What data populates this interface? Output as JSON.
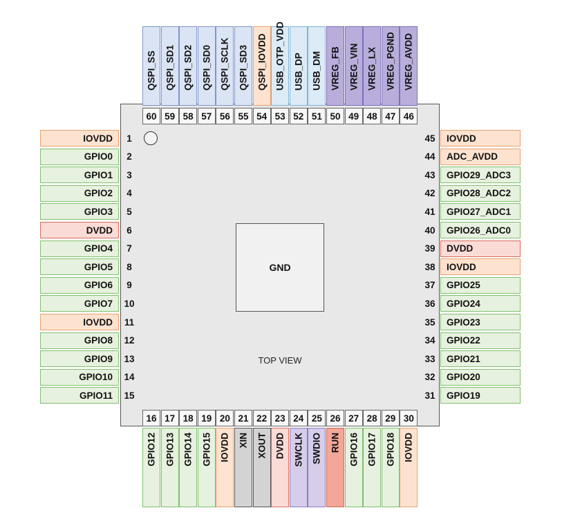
{
  "center": {
    "gnd": "GND",
    "caption": "TOP VIEW"
  },
  "colors": {
    "gpio": "#e7f1df",
    "gpio_border": "#7fbf6f",
    "iovdd": "#fde3cf",
    "iovdd_border": "#e8a070",
    "dvdd": "#fadbd6",
    "dvdd_border": "#d96b5e",
    "qspi": "#dbe4f4",
    "qspi_border": "#7e95c8",
    "usb": "#dcebf6",
    "usb_border": "#7fb2d8",
    "vreg": "#b9aedb",
    "vreg_border": "#7c6fb5",
    "xtal": "#d3d3d3",
    "xtal_border": "#555555",
    "swd": "#d5cdea",
    "swd_border": "#8a7ec0",
    "run": "#f2a798",
    "run_border": "#c56b5a"
  },
  "pins": {
    "left": [
      {
        "num": "1",
        "label": "IOVDD",
        "type": "iovdd"
      },
      {
        "num": "2",
        "label": "GPIO0",
        "type": "gpio"
      },
      {
        "num": "3",
        "label": "GPIO1",
        "type": "gpio"
      },
      {
        "num": "4",
        "label": "GPIO2",
        "type": "gpio"
      },
      {
        "num": "5",
        "label": "GPIO3",
        "type": "gpio"
      },
      {
        "num": "6",
        "label": "DVDD",
        "type": "dvdd"
      },
      {
        "num": "7",
        "label": "GPIO4",
        "type": "gpio"
      },
      {
        "num": "8",
        "label": "GPIO5",
        "type": "gpio"
      },
      {
        "num": "9",
        "label": "GPIO6",
        "type": "gpio"
      },
      {
        "num": "10",
        "label": "GPIO7",
        "type": "gpio"
      },
      {
        "num": "11",
        "label": "IOVDD",
        "type": "iovdd"
      },
      {
        "num": "12",
        "label": "GPIO8",
        "type": "gpio"
      },
      {
        "num": "13",
        "label": "GPIO9",
        "type": "gpio"
      },
      {
        "num": "14",
        "label": "GPIO10",
        "type": "gpio"
      },
      {
        "num": "15",
        "label": "GPIO11",
        "type": "gpio"
      }
    ],
    "bottom": [
      {
        "num": "16",
        "label": "GPIO12",
        "type": "gpio"
      },
      {
        "num": "17",
        "label": "GPIO13",
        "type": "gpio"
      },
      {
        "num": "18",
        "label": "GPIO14",
        "type": "gpio"
      },
      {
        "num": "19",
        "label": "GPIO15",
        "type": "gpio"
      },
      {
        "num": "20",
        "label": "IOVDD",
        "type": "iovdd"
      },
      {
        "num": "21",
        "label": "XIN",
        "type": "xtal"
      },
      {
        "num": "22",
        "label": "XOUT",
        "type": "xtal"
      },
      {
        "num": "23",
        "label": "DVDD",
        "type": "dvdd"
      },
      {
        "num": "24",
        "label": "SWCLK",
        "type": "swd"
      },
      {
        "num": "25",
        "label": "SWDIO",
        "type": "swd"
      },
      {
        "num": "26",
        "label": "RUN",
        "type": "run"
      },
      {
        "num": "27",
        "label": "GPIO16",
        "type": "gpio"
      },
      {
        "num": "28",
        "label": "GPIO17",
        "type": "gpio"
      },
      {
        "num": "29",
        "label": "GPIO18",
        "type": "gpio"
      },
      {
        "num": "30",
        "label": "IOVDD",
        "type": "iovdd"
      }
    ],
    "right": [
      {
        "num": "45",
        "label": "IOVDD",
        "type": "iovdd"
      },
      {
        "num": "44",
        "label": "ADC_AVDD",
        "type": "iovdd"
      },
      {
        "num": "43",
        "label": "GPIO29_ADC3",
        "type": "gpio"
      },
      {
        "num": "42",
        "label": "GPIO28_ADC2",
        "type": "gpio"
      },
      {
        "num": "41",
        "label": "GPIO27_ADC1",
        "type": "gpio"
      },
      {
        "num": "40",
        "label": "GPIO26_ADC0",
        "type": "gpio"
      },
      {
        "num": "39",
        "label": "DVDD",
        "type": "dvdd"
      },
      {
        "num": "38",
        "label": "IOVDD",
        "type": "iovdd"
      },
      {
        "num": "37",
        "label": "GPIO25",
        "type": "gpio"
      },
      {
        "num": "36",
        "label": "GPIO24",
        "type": "gpio"
      },
      {
        "num": "35",
        "label": "GPIO23",
        "type": "gpio"
      },
      {
        "num": "34",
        "label": "GPIO22",
        "type": "gpio"
      },
      {
        "num": "33",
        "label": "GPIO21",
        "type": "gpio"
      },
      {
        "num": "32",
        "label": "GPIO20",
        "type": "gpio"
      },
      {
        "num": "31",
        "label": "GPIO19",
        "type": "gpio"
      }
    ],
    "top": [
      {
        "num": "60",
        "label": "QSPI_SS",
        "type": "qspi"
      },
      {
        "num": "59",
        "label": "QSPI_SD1",
        "type": "qspi"
      },
      {
        "num": "58",
        "label": "QSPI_SD2",
        "type": "qspi"
      },
      {
        "num": "57",
        "label": "QSPI_SD0",
        "type": "qspi"
      },
      {
        "num": "56",
        "label": "QSPI_SCLK",
        "type": "qspi"
      },
      {
        "num": "55",
        "label": "QSPI_SD3",
        "type": "qspi"
      },
      {
        "num": "54",
        "label": "QSPI_IOVDD",
        "type": "iovdd"
      },
      {
        "num": "53",
        "label": "USB_OTP_VDD",
        "type": "usb"
      },
      {
        "num": "52",
        "label": "USB_DP",
        "type": "usb"
      },
      {
        "num": "51",
        "label": "USB_DM",
        "type": "usb"
      },
      {
        "num": "50",
        "label": "VREG_FB",
        "type": "vreg"
      },
      {
        "num": "49",
        "label": "VREG_VIN",
        "type": "vreg"
      },
      {
        "num": "48",
        "label": "VREG_LX",
        "type": "vreg"
      },
      {
        "num": "47",
        "label": "VREG_PGND",
        "type": "vreg"
      },
      {
        "num": "46",
        "label": "VREG_AVDD",
        "type": "vreg"
      }
    ]
  }
}
